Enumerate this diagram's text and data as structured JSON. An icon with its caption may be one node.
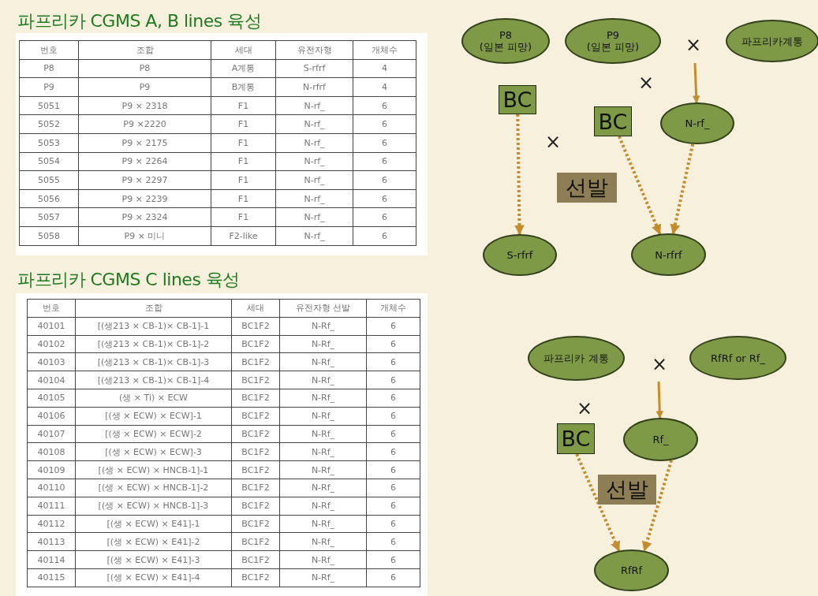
{
  "diagram": {
    "nodes": [
      {
        "text": [
          "P8 (일본 피망)"
        ]
      },
      {
        "text": [
          "P9 (일본 피망)"
        ]
      },
      {
        "text": [
          "파프리카계통"
        ]
      },
      {
        "text": [
          "BC"
        ]
      },
      {
        "text": [
          "BC"
        ]
      },
      {
        "text": [
          "N-rf_"
        ]
      },
      {
        "text": [
          "선발"
        ]
      },
      {
        "text": [
          "S-rfrf"
        ]
      },
      {
        "text": [
          "N-rfrf"
        ]
      },
      {
        "text": [
          "파프리카 계통"
        ]
      },
      {
        "text": [
          "RfRf or Rf_"
        ]
      },
      {
        "text": [
          "BC"
        ]
      },
      {
        "text": [
          "Rf_"
        ]
      },
      {
        "text": [
          "선발"
        ]
      },
      {
        "text": [
          "RfRf"
        ]
      }
    ],
    "edges": [
      {
        "from": null,
        "to": 5,
        "arrow": "to"
      },
      {
        "from": 3,
        "to": 7,
        "arrow": "to",
        "style": "dashed"
      },
      {
        "from": 4,
        "to": 8,
        "arrow": "to",
        "style": "dashed"
      },
      {
        "from": 5,
        "to": 8,
        "arrow": "to",
        "style": "dashed"
      },
      {
        "from": null,
        "to": 12,
        "arrow": "to"
      },
      {
        "from": 11,
        "to": 14,
        "arrow": "to",
        "style": "dashed"
      },
      {
        "from": 12,
        "to": 14,
        "arrow": "to",
        "style": "dashed"
      }
    ],
    "labels": [
      "파프리카 CGMS A, B lines 육성",
      "번호",
      "조합",
      "세대",
      "유전자형",
      "개체수",
      "P8",
      "P8",
      "A계통",
      "S-rfrf",
      "4",
      "P9",
      "P9",
      "B계통",
      "N-rfrf",
      "4",
      "5051",
      "P9 × 2318",
      "F1",
      "N-rf_",
      "6",
      "5052",
      "P9 ×2220",
      "F1",
      "N-rf_",
      "6",
      "5053",
      "P9 × 2175",
      "F1",
      "N-rf_",
      "6",
      "5054",
      "P9 × 2264",
      "F1",
      "N-rf_",
      "6",
      "5055",
      "P9 × 2297",
      "F1",
      "N-rf_",
      "6",
      "5056",
      "P9 × 2239",
      "F1",
      "N-rf_",
      "6",
      "5057",
      "P9 × 2324",
      "F1",
      "N-rf_",
      "6",
      "5058",
      "P9 × 미니",
      "F2-like",
      "N-rf_",
      "6",
      "파프리카 CGMS C lines 육성",
      "번호",
      "조합",
      "세대",
      "유전자형 선발",
      "개체수",
      "40101",
      "[(생213 × CB-1)× CB-1]-1",
      "BC1F2",
      "N-Rf_",
      "6",
      "40102",
      "[(생213 × CB-1)× CB-1]-2",
      "BC1F2",
      "N-Rf_",
      "6",
      "40103",
      "[(생213 × CB-1)× CB-1]-3",
      "BC1F2",
      "N-Rf_",
      "6",
      "40104",
      "[(생213 × CB-1)× CB-1]-4",
      "BC1F2",
      "N-Rf_",
      "6",
      "40105",
      "(생 × Ti) × ECW",
      "BC1F2",
      "N-Rf_",
      "6",
      "40106",
      "[(생 × ECW) × ECW]-1",
      "BC1F2",
      "N-Rf_",
      "6",
      "40107",
      "[(생 × ECW) × ECW]-2",
      "BC1F2",
      "N-Rf_",
      "6",
      "40108",
      "[(생 × ECW) × ECW]-3",
      "BC1F2",
      "N-Rf_",
      "6",
      "40109",
      "[(생 × ECW) × HNCB-1]-1",
      "BC1F2",
      "N-Rf_",
      "6",
      "40110",
      "[(생 × ECW) × HNCB-1]-2",
      "BC1F2",
      "N-Rf_",
      "6",
      "40111",
      "[(생 × ECW) × HNCB-1]-3",
      "BC1F2",
      "N-Rf_",
      "6",
      "40112",
      "[(생 × ECW) × E41]-1",
      "BC1F2",
      "N-Rf_",
      "6",
      "40113",
      "[(생 × ECW) × E41]-2",
      "BC1F2",
      "N-Rf_",
      "6",
      "40114",
      "[(생 × ECW) × E41]-3",
      "BC1F2",
      "N-Rf_",
      "6",
      "40115",
      "[(생 × ECW) × E41]-4",
      "BC1F2",
      "N-Rf_",
      "6",
      "×",
      "×",
      "×",
      "×",
      "×"
    ]
  }
}
